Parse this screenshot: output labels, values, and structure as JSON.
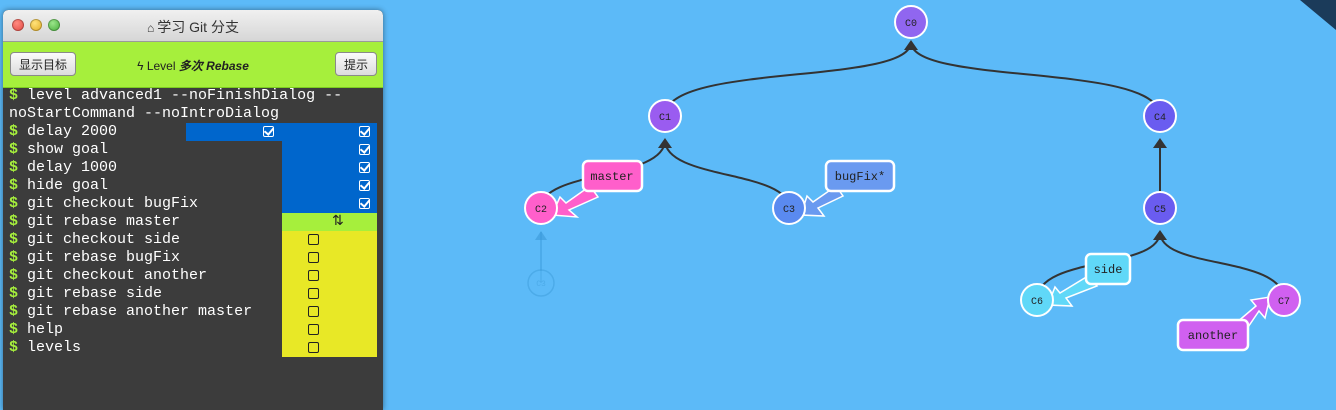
{
  "window": {
    "title": "学习 Git 分支",
    "home_icon": "home-icon"
  },
  "toolbar": {
    "show_goal": "显示目标",
    "level_prefix": "Level",
    "level_name": "多次 Rebase",
    "hint": "提示",
    "bolt_icon": "bolt-icon"
  },
  "console": {
    "lines": [
      "level advanced1 --noFinishDialog --",
      "noStartCommand --noIntroDialog",
      "delay 2000",
      "show goal",
      "delay 1000",
      "hide goal",
      "git checkout bugFix",
      "git rebase master",
      "git checkout side",
      "git rebase bugFix",
      "git checkout another",
      "git rebase side",
      "git rebase another master",
      "help",
      "levels"
    ],
    "prompt": "$",
    "status": [
      "done",
      "done",
      "done",
      "done",
      "done",
      "running",
      "pending",
      "pending",
      "pending",
      "pending",
      "pending",
      "pending",
      "pending"
    ]
  },
  "colors": {
    "background": "#5cbaf8",
    "done": "#0066cc",
    "running": "#a6ef3c",
    "pending": "#e8e826"
  },
  "graph": {
    "commits": [
      {
        "id": "C0",
        "color": "#9066f0"
      },
      {
        "id": "C1",
        "color": "#9a5cf0"
      },
      {
        "id": "C2",
        "color": "#ff5fcb"
      },
      {
        "id": "C3",
        "color": "#5a8af0"
      },
      {
        "id": "C4",
        "color": "#6a5cf0"
      },
      {
        "id": "C5",
        "color": "#6a5cf0"
      },
      {
        "id": "C6",
        "color": "#60d8f8"
      },
      {
        "id": "C7",
        "color": "#d060f0"
      },
      {
        "id": "C3",
        "color": "#5cbaf8"
      }
    ],
    "branches": [
      {
        "label": "master",
        "color": "#ff5fcb"
      },
      {
        "label": "bugFix*",
        "color": "#6a9af0"
      },
      {
        "label": "side",
        "color": "#60d8f8"
      },
      {
        "label": "another",
        "color": "#d060f0"
      }
    ]
  }
}
